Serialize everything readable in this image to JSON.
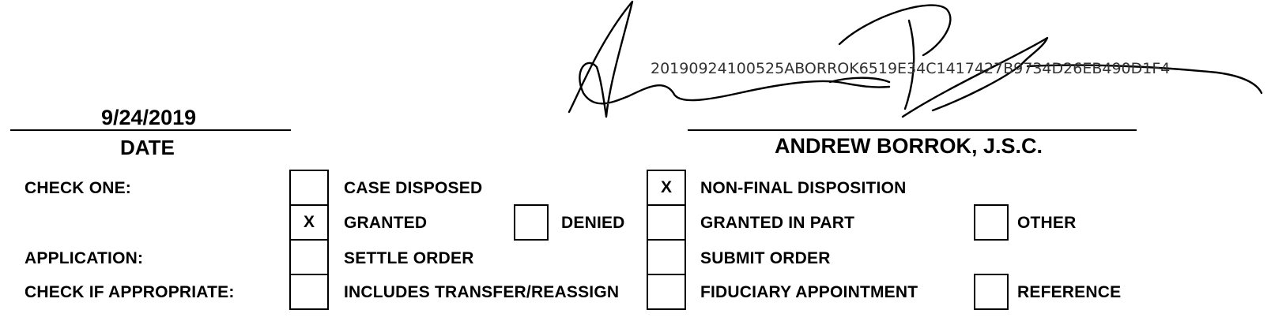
{
  "signature": {
    "hash": "20190924100525ABORROK6519E34C1417427B9734D26EB490D1F4"
  },
  "date": {
    "value": "9/24/2019",
    "label": "DATE"
  },
  "judge": {
    "name": "ANDREW BORROK, J.S.C."
  },
  "rows": {
    "check_one": "CHECK ONE:",
    "application": "APPLICATION:",
    "check_if_appropriate": "CHECK IF APPROPRIATE:"
  },
  "options": {
    "case_disposed": {
      "label": "CASE DISPOSED",
      "mark": ""
    },
    "non_final_disposition": {
      "label": "NON-FINAL DISPOSITION",
      "mark": "X"
    },
    "granted": {
      "label": "GRANTED",
      "mark": "X"
    },
    "denied": {
      "label": "DENIED",
      "mark": ""
    },
    "granted_in_part": {
      "label": "GRANTED IN PART",
      "mark": ""
    },
    "other": {
      "label": "OTHER",
      "mark": ""
    },
    "settle_order": {
      "label": "SETTLE ORDER",
      "mark": ""
    },
    "submit_order": {
      "label": "SUBMIT ORDER",
      "mark": ""
    },
    "includes_transfer": {
      "label": "INCLUDES TRANSFER/REASSIGN",
      "mark": ""
    },
    "fiduciary_appointment": {
      "label": "FIDUCIARY APPOINTMENT",
      "mark": ""
    },
    "reference": {
      "label": "REFERENCE",
      "mark": ""
    }
  },
  "colors": {
    "ink": "#000000",
    "hash_text": "#333333"
  }
}
